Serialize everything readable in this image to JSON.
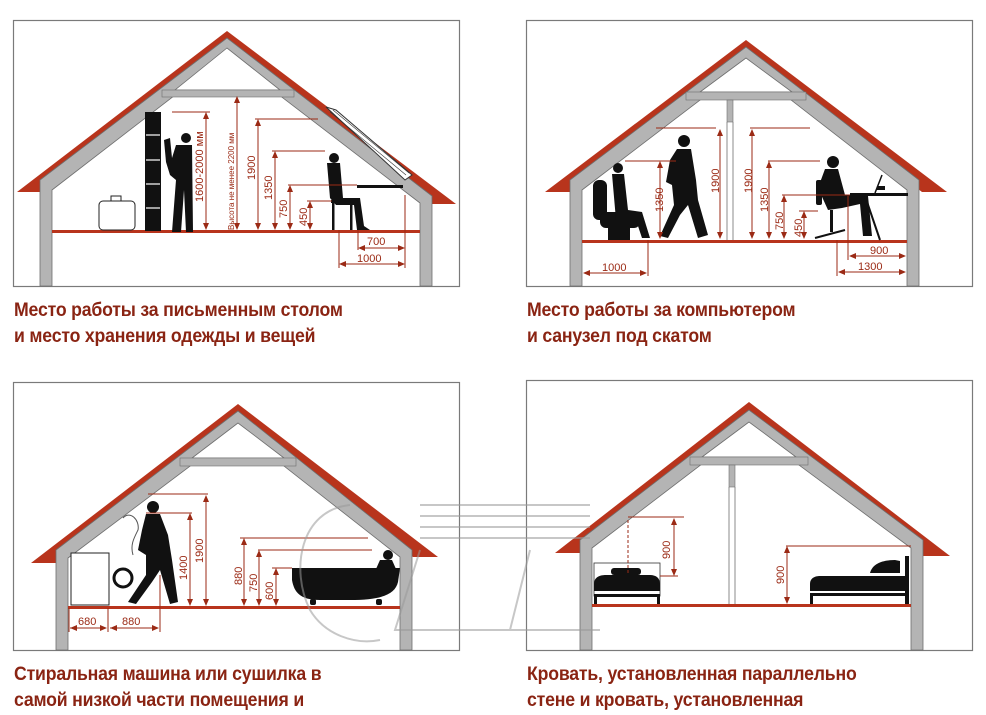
{
  "colors": {
    "roof": "#b8341c",
    "wall": "#b4b4b4",
    "wall_outline": "#6e6e6e",
    "frame": "#7a7a7a",
    "dimension": "#9b2a15",
    "caption": "#8a2413",
    "silhouette": "#111111"
  },
  "panels": [
    {
      "id": "desk-storage",
      "caption_line1": "Место работы за письменным столом",
      "caption_line2": "и место хранения одежды и вещей",
      "dimensions": {
        "shelf_height": "1600-2000 мм",
        "min_height": "Высота не менее 2200 мм",
        "h1900": "1900",
        "h1350": "1350",
        "h750": "750",
        "h450": "450",
        "w700": "700",
        "w1000": "1000"
      }
    },
    {
      "id": "computer-toilet",
      "caption_line1": "Место работы за компьютером",
      "caption_line2": "и санузел под скатом",
      "dimensions": {
        "left_h1350": "1350",
        "left_h1900": "1900",
        "right_h1900": "1900",
        "right_h1350": "1350",
        "h750": "750",
        "h450": "450",
        "w1000": "1000",
        "w900": "900",
        "w1300": "1300"
      }
    },
    {
      "id": "washer-bath",
      "caption_line1": "Стиральная машина или сушилка в",
      "caption_line2": "самой низкой части помещения и",
      "dimensions": {
        "h1400": "1400",
        "h1900": "1900",
        "h880": "880",
        "h750": "750",
        "h600": "600",
        "w680": "680",
        "w880": "880"
      }
    },
    {
      "id": "beds",
      "caption_line1": "Кровать, установленная параллельно",
      "caption_line2": "стене и кровать, установленная",
      "dimensions": {
        "left_h900": "900",
        "right_h900": "900"
      }
    }
  ]
}
